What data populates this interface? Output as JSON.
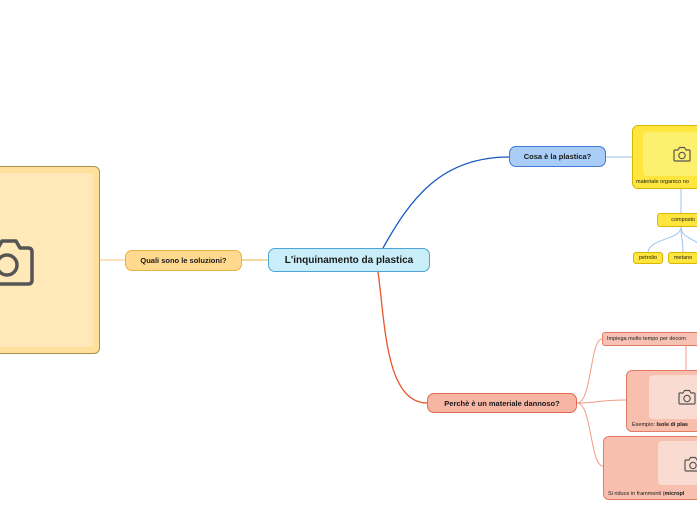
{
  "central": {
    "title": "L'inquinamento da plastica"
  },
  "topics": [
    {
      "label": "Cosa è la plastica?"
    },
    {
      "label": "Quali sono le soluzioni?"
    },
    {
      "label": "Perchè è un materiale dannoso?"
    }
  ],
  "what_is_plastic": {
    "caption": "materiale organico no",
    "composed_of": "composto da",
    "components": [
      "petrolio",
      "metano"
    ]
  },
  "harmful": {
    "time": "Impiega molto tempo per decom",
    "islands_prefix": "Esempio: ",
    "islands_bold": "Isole di plas",
    "micro_prefix": "Si riduce in frammenti (",
    "micro_bold": "micropl"
  },
  "colors": {
    "central_fill": "#c9eefa",
    "blue_topic_fill": "#a9cdf7",
    "orange_topic_fill": "#ffd98e",
    "red_topic_fill": "#f7b5a4",
    "yellow_card_fill": "#fee63f",
    "blue_link": "#1659c3",
    "red_link": "#e8562d"
  },
  "icons": [
    "camera-icon"
  ]
}
